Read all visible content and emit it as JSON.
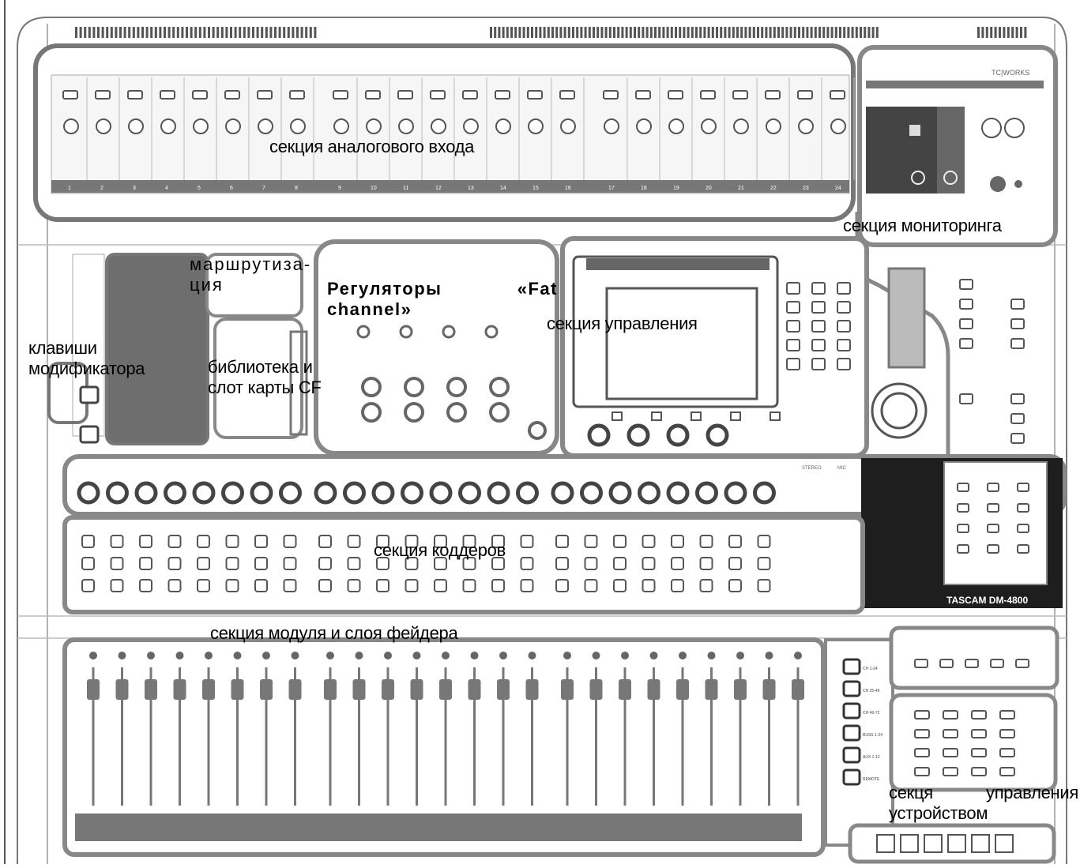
{
  "labels": {
    "analog_input": "секция аналогового входа",
    "monitoring": "секция мониторинга",
    "routing": "маршрутиза-ция",
    "fat_channel": "Регуляторы «Fat channel»",
    "control": "секция управления",
    "modifier_keys": "клавиши модификатора",
    "library_cf": "библиотека и слот карты CF",
    "encoders": "секция коддеров",
    "module_fader": "секция модуля и слоя фейдера",
    "device_control": "секця управления устройством"
  },
  "panel": {
    "brand": "TASCAM",
    "model": "DM-4800",
    "tc_logo": "TC|WORKS",
    "layer_buttons": [
      "CH 1-24",
      "CH 25-48",
      "CH 49-72",
      "BUSS 1-24",
      "AUX 1-12",
      "REMOTE"
    ],
    "channel_numbers": [
      "1",
      "2",
      "3",
      "4",
      "5",
      "6",
      "7",
      "8",
      "9",
      "10",
      "11",
      "12",
      "13",
      "14",
      "15",
      "16",
      "17",
      "18",
      "19",
      "20",
      "21",
      "22",
      "23",
      "24"
    ],
    "stereo_label": "STEREO",
    "mic_label": "MIC"
  },
  "colors": {
    "panel_fill": "#9a9a9a",
    "panel_dark": "#6e6e6e",
    "outline": "#888888",
    "black_panel": "#1a1a1a"
  }
}
